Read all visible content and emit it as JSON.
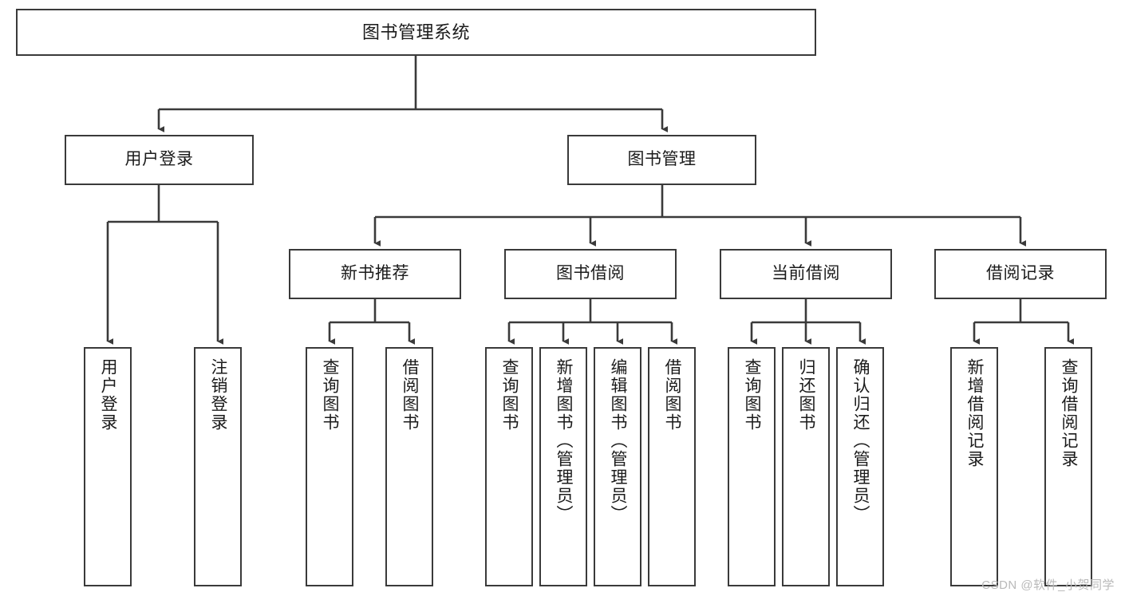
{
  "diagram": {
    "type": "tree-hierarchy",
    "orientation": "top-down",
    "root": {
      "id": "root",
      "label": "图书管理系统"
    },
    "level1": [
      {
        "id": "user-login",
        "label": "用户登录"
      },
      {
        "id": "book-manage",
        "label": "图书管理"
      }
    ],
    "level2": [
      {
        "id": "new-book-recommend",
        "label": "新书推荐",
        "parent": "book-manage"
      },
      {
        "id": "book-borrow",
        "label": "图书借阅",
        "parent": "book-manage"
      },
      {
        "id": "current-borrow",
        "label": "当前借阅",
        "parent": "book-manage"
      },
      {
        "id": "borrow-record",
        "label": "借阅记录",
        "parent": "book-manage"
      }
    ],
    "leaves": [
      {
        "id": "leaf-user-login",
        "label": "用户登录",
        "parent": "user-login"
      },
      {
        "id": "leaf-user-logout",
        "label": "注销登录",
        "parent": "user-login"
      },
      {
        "id": "leaf-query-book-1",
        "label": "查询图书",
        "parent": "new-book-recommend"
      },
      {
        "id": "leaf-borrow-book-1",
        "label": "借阅图书",
        "parent": "new-book-recommend"
      },
      {
        "id": "leaf-query-book-2",
        "label": "查询图书",
        "parent": "book-borrow"
      },
      {
        "id": "leaf-add-book",
        "label": "新增图书（管理员）",
        "parent": "book-borrow"
      },
      {
        "id": "leaf-edit-book",
        "label": "编辑图书（管理员）",
        "parent": "book-borrow"
      },
      {
        "id": "leaf-borrow-book-2",
        "label": "借阅图书",
        "parent": "book-borrow"
      },
      {
        "id": "leaf-query-book-3",
        "label": "查询图书",
        "parent": "current-borrow"
      },
      {
        "id": "leaf-return-book",
        "label": "归还图书",
        "parent": "current-borrow"
      },
      {
        "id": "leaf-confirm-return",
        "label": "确认归还（管理员）",
        "parent": "current-borrow"
      },
      {
        "id": "leaf-add-record",
        "label": "新增借阅记录",
        "parent": "borrow-record"
      },
      {
        "id": "leaf-query-record",
        "label": "查询借阅记录",
        "parent": "borrow-record"
      }
    ],
    "colors": {
      "box_border": "#3a3a3a",
      "box_fill": "#ffffff",
      "connector": "#3a3a3a",
      "text": "#1b1b1b",
      "watermark": "#b9b9b9"
    }
  },
  "watermark": {
    "text": "CSDN @软件_小贺同学"
  }
}
